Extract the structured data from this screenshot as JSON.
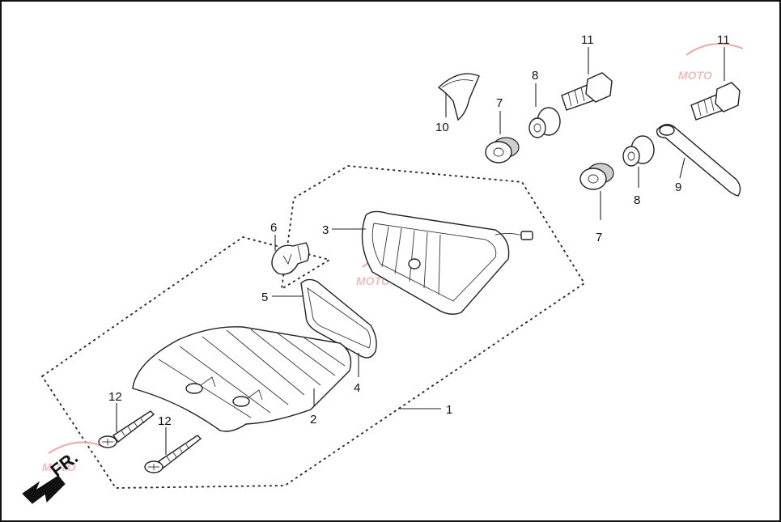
{
  "callouts": {
    "c1": "1",
    "c2": "2",
    "c3": "3",
    "c4": "4",
    "c5": "5",
    "c6": "6",
    "c7a": "7",
    "c7b": "7",
    "c8a": "8",
    "c8b": "8",
    "c9": "9",
    "c10": "10",
    "c11a": "11",
    "c11b": "11",
    "c12a": "12",
    "c12b": "12"
  },
  "direction": {
    "label": "FR."
  },
  "watermark": {
    "text": "MOTO"
  },
  "colors": {
    "line": "#222222",
    "shade": "#cfcfcf",
    "background": "#ffffff"
  }
}
